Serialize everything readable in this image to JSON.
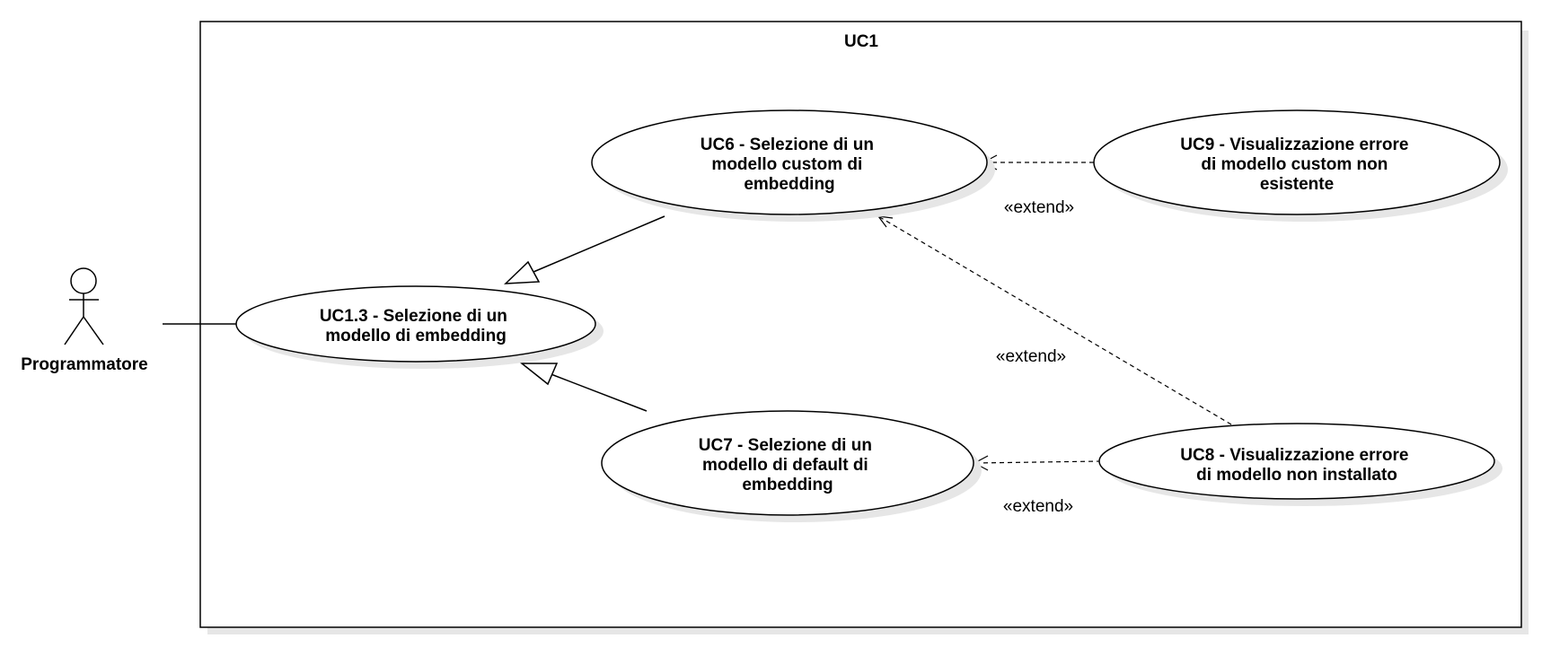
{
  "system": {
    "title": "UC1"
  },
  "actor": {
    "name": "Programmatore"
  },
  "use_cases": {
    "uc1_3": {
      "lines": [
        "UC1.3 - Selezione di un",
        "modello di embedding"
      ]
    },
    "uc6": {
      "lines": [
        "UC6 - Selezione di un",
        "modello custom di",
        "embedding"
      ]
    },
    "uc7": {
      "lines": [
        "UC7 - Selezione di un",
        "modello di default di",
        "embedding"
      ]
    },
    "uc8": {
      "lines": [
        "UC8 - Visualizzazione errore",
        "di modello non installato"
      ]
    },
    "uc9": {
      "lines": [
        "UC9 - Visualizzazione errore",
        "di modello custom non",
        "esistente"
      ]
    }
  },
  "relations": {
    "extend_uc9_uc6": "«extend»",
    "extend_uc8_uc6": "«extend»",
    "extend_uc8_uc7": "«extend»"
  }
}
